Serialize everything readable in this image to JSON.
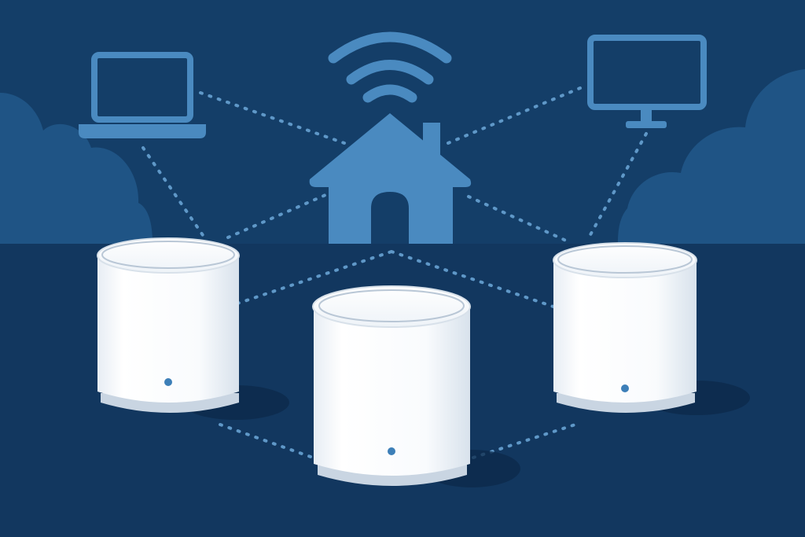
{
  "scene": {
    "subject": "mesh-wifi-network-illustration",
    "colors": {
      "sky": "#143e68",
      "floor": "#12375f",
      "cloud": "#1f5485",
      "icon_blue": "#4a8ac0",
      "connection_line": "#5f98c8",
      "router_white": "#f7f9fc",
      "router_shade": "#dfe7f0",
      "router_base": "#c9d5e2",
      "status_led": "#3d7fb8",
      "shadow": "#0c2a49"
    },
    "icons": {
      "wifi": "wifi-icon",
      "laptop": "laptop-icon",
      "home": "home-icon",
      "monitor": "monitor-icon"
    },
    "devices": {
      "left_router": "mesh-router",
      "center_router": "mesh-router",
      "right_router": "mesh-router"
    }
  }
}
